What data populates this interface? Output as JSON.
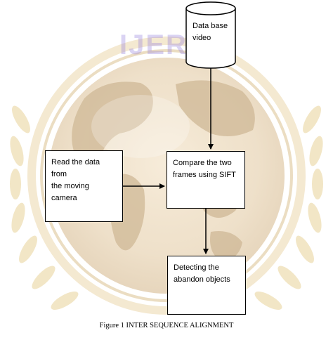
{
  "watermark": {
    "text": "IJER"
  },
  "diagram": {
    "database": {
      "label": "Data base\nvideo"
    },
    "nodes": {
      "read_camera": "Read the data from\nthe moving camera",
      "compare_frames": "Compare the two\nframes using SIFT",
      "detect_objects": "Detecting the\nabandon objects"
    }
  },
  "caption": "Figure 1 INTER SEQUENCE ALIGNMENT",
  "colors": {
    "stroke": "#000000",
    "box_fill": "#ffffff",
    "watermark": "#9682dc"
  }
}
